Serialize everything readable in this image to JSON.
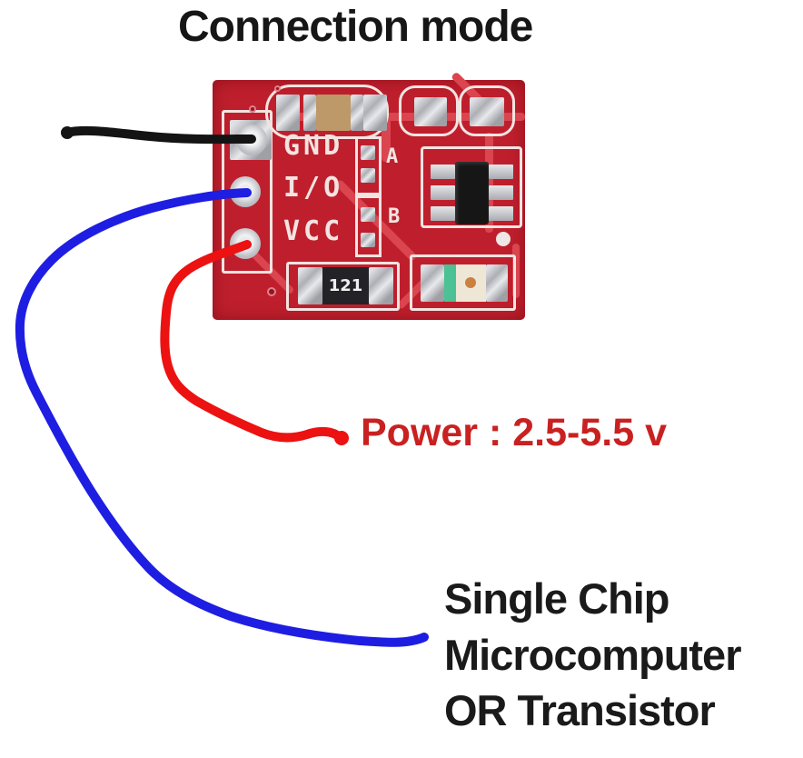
{
  "title": "Connection mode",
  "pcb": {
    "labels": {
      "gnd": "GND",
      "io": "I/O",
      "vcc": "VCC",
      "jumper_a": "A",
      "jumper_b": "B",
      "resistor_value": "121"
    }
  },
  "annotations": {
    "power": "Power : 2.5-5.5 v",
    "load_line1": "Single Chip",
    "load_line2": "Microcomputer",
    "load_line3": "OR Transistor"
  },
  "colors": {
    "wire_black": "#141414",
    "wire_blue": "#1e1ee2",
    "wire_red": "#ec1212",
    "power_text": "#c92121",
    "pcb_base": "#bf1f2d",
    "pcb_trace": "#da454f",
    "silkscreen": "#f2e4e1"
  }
}
